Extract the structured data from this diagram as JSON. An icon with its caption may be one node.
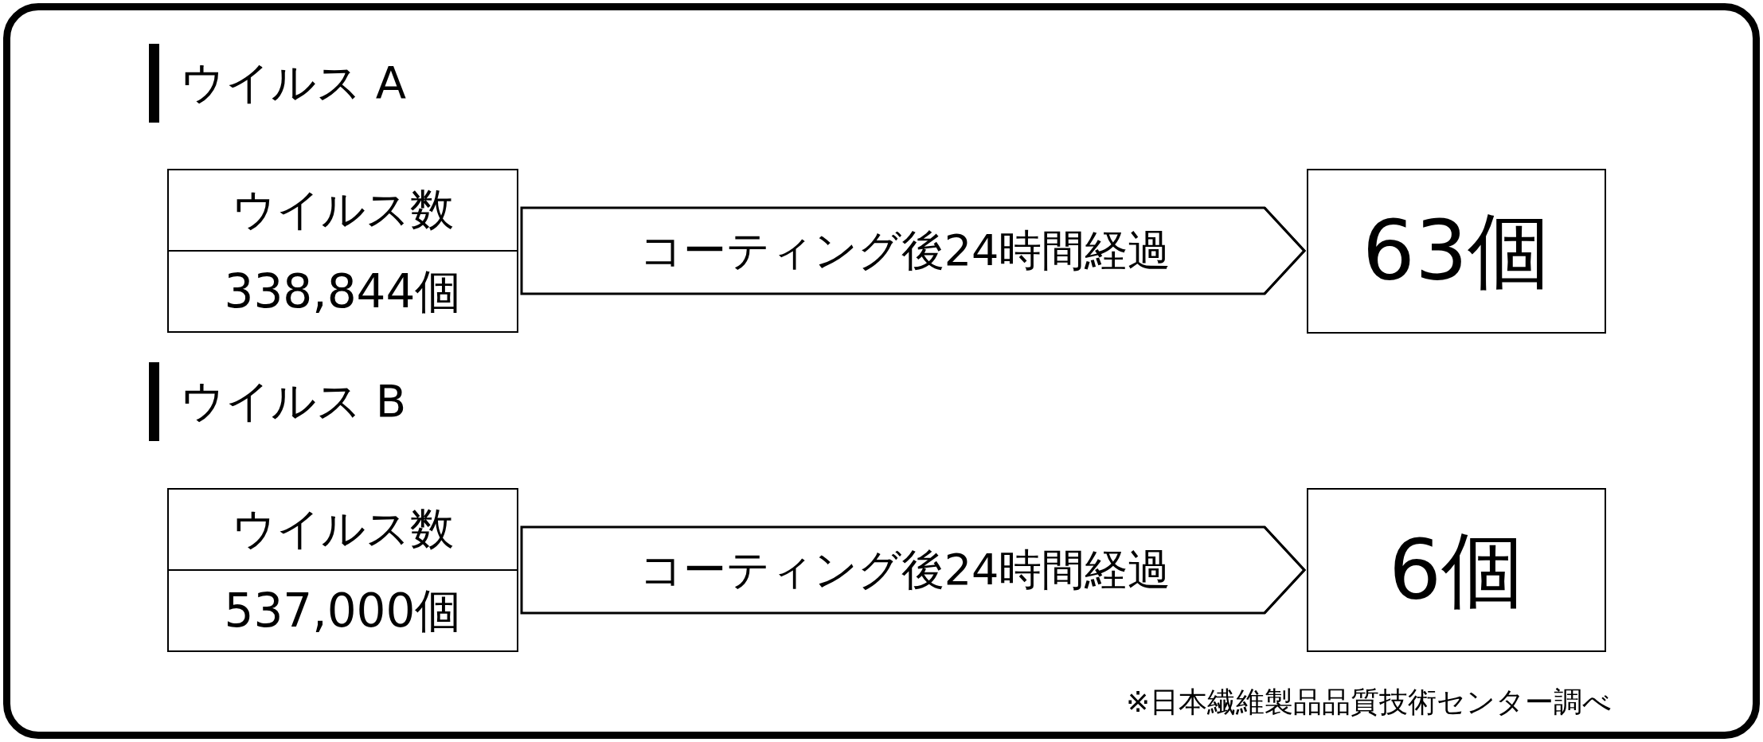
{
  "diagram": {
    "nodes": [
      {
        "text": [
          "ウイルス数",
          "338,844個"
        ]
      },
      {
        "text": [
          "63個"
        ]
      },
      {
        "text": [
          "ウイルス数",
          "537,000個"
        ]
      },
      {
        "text": [
          "6個"
        ]
      }
    ],
    "edges": [
      {
        "from": 0,
        "to": 1,
        "arrow": "to",
        "label": "コーティング後24時間経過"
      },
      {
        "from": 2,
        "to": 3,
        "arrow": "to",
        "label": "コーティング後24時間経過"
      }
    ],
    "labels": [
      "ウイルス A",
      "ウイルス B",
      "※日本繊維製品品質技術センター調べ"
    ]
  }
}
